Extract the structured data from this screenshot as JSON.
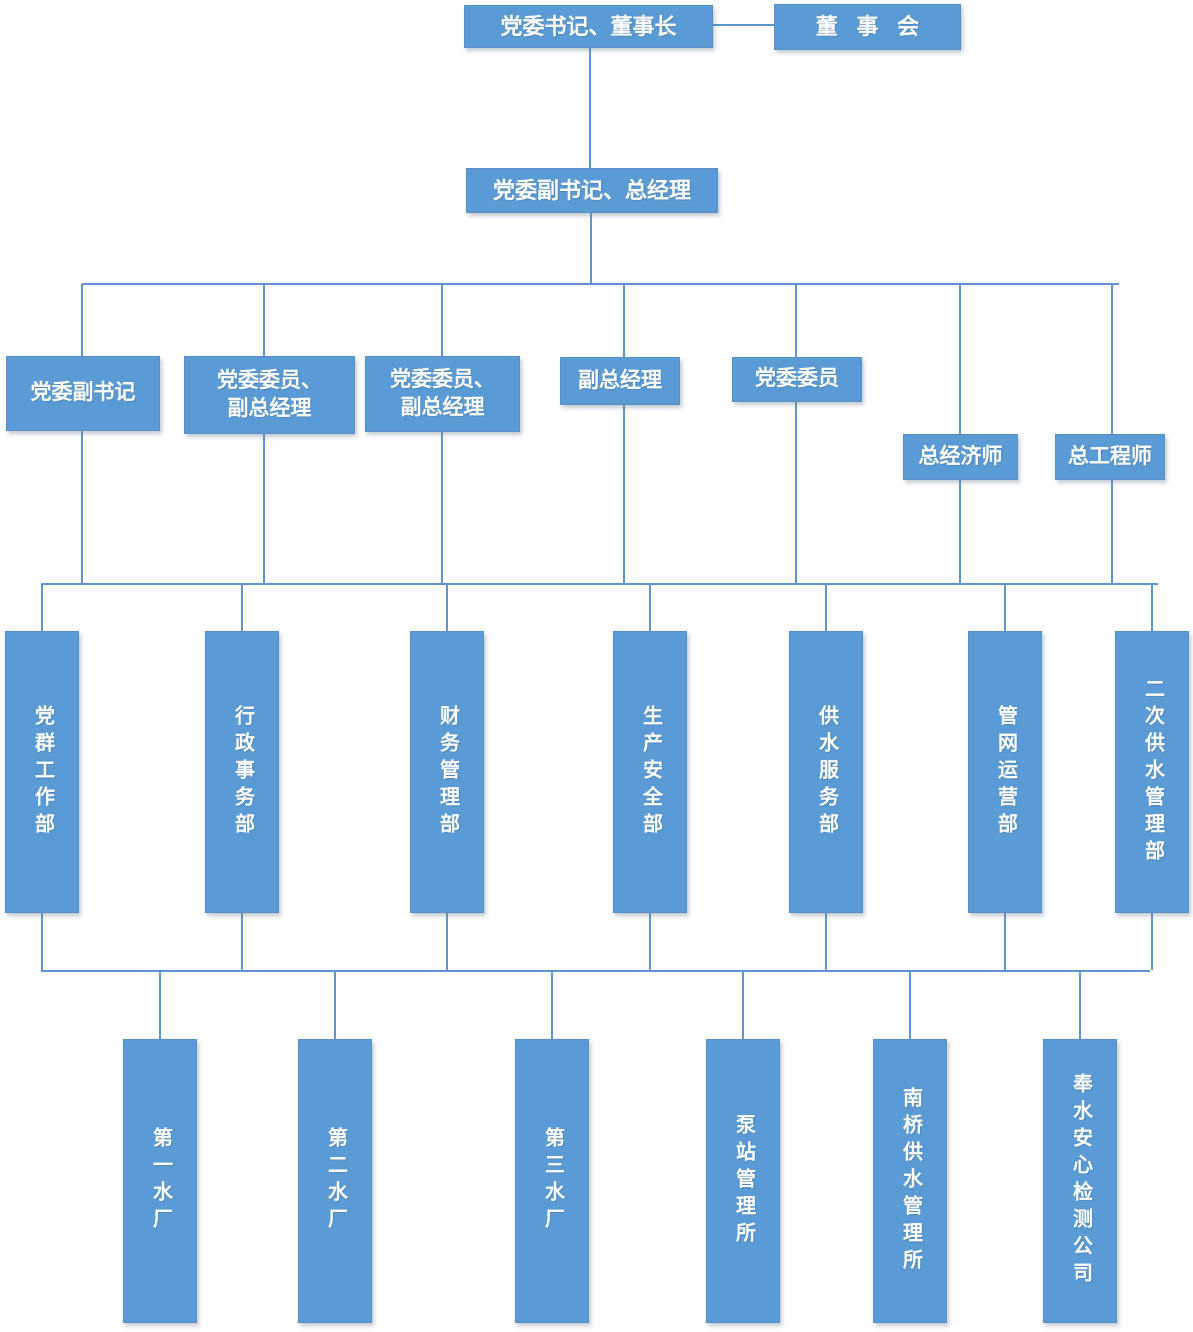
{
  "palette": {
    "box_fill": "#5b9bd5",
    "box_border": "#5a8fc6",
    "connector_line": "#5f95d2",
    "text_color": "#ffffff"
  },
  "org": {
    "level1": [
      {
        "label": "党委书记、董事长"
      },
      {
        "label": "董事会"
      }
    ],
    "level2": [
      {
        "label": "党委副书记、总经理"
      }
    ],
    "level3": [
      {
        "label": "党委副书记"
      },
      {
        "label": "党委委员、\n副总经理"
      },
      {
        "label": "党委委员、\n副总经理"
      },
      {
        "label": "副总经理"
      },
      {
        "label": "党委委员"
      },
      {
        "label": "总经济师"
      },
      {
        "label": "总工程师"
      }
    ],
    "level4_departments": [
      {
        "label": "党群工作部"
      },
      {
        "label": "行政事务部"
      },
      {
        "label": "财务管理部"
      },
      {
        "label": "生产安全部"
      },
      {
        "label": "供水服务部"
      },
      {
        "label": "管网运营部"
      },
      {
        "label": "二次供水管理部"
      }
    ],
    "level5_units": [
      {
        "label": "第一水厂"
      },
      {
        "label": "第二水厂"
      },
      {
        "label": "第三水厂"
      },
      {
        "label": "泵站管理所"
      },
      {
        "label": "南桥供水管理所"
      },
      {
        "label": "奉水安心检测公司"
      }
    ]
  }
}
